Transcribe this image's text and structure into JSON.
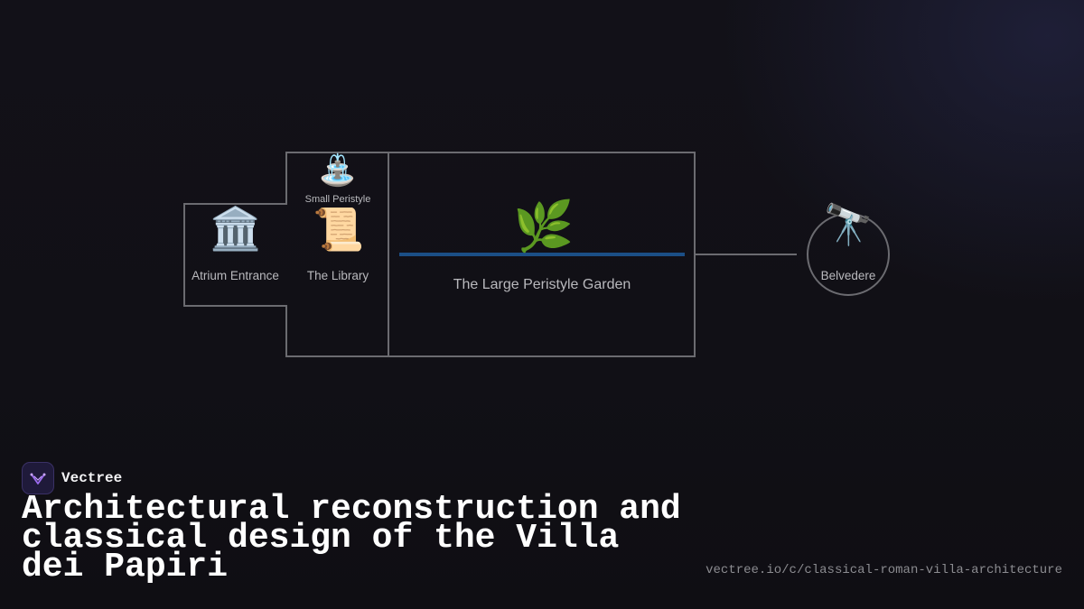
{
  "diagram": {
    "rooms": [
      {
        "id": "atrium",
        "label": "Atrium Entrance",
        "icon": "classical-building-icon",
        "glyph": "🏛️"
      },
      {
        "id": "small-peristyle",
        "label": "Small Peristyle",
        "icon": "fountain-icon",
        "glyph": "⛲"
      },
      {
        "id": "library",
        "label": "The Library",
        "icon": "scroll-icon",
        "glyph": "📜"
      },
      {
        "id": "large-peristyle",
        "label": "The Large Peristyle Garden",
        "icon": "herb-icon",
        "glyph": "🌿"
      },
      {
        "id": "belvedere",
        "label": "Belvedere",
        "icon": "telescope-icon",
        "glyph": "🔭"
      }
    ],
    "colors": {
      "wall": "#6b6b70",
      "pool": "#1b4f86"
    }
  },
  "brand": {
    "name": "Vectree",
    "logo_icon": "vectree-logo-icon",
    "logo_color": "#9d6cf0"
  },
  "headline": "Architectural reconstruction and classical design of the Villa dei Papiri",
  "url": "vectree.io/c/classical-roman-villa-architecture"
}
